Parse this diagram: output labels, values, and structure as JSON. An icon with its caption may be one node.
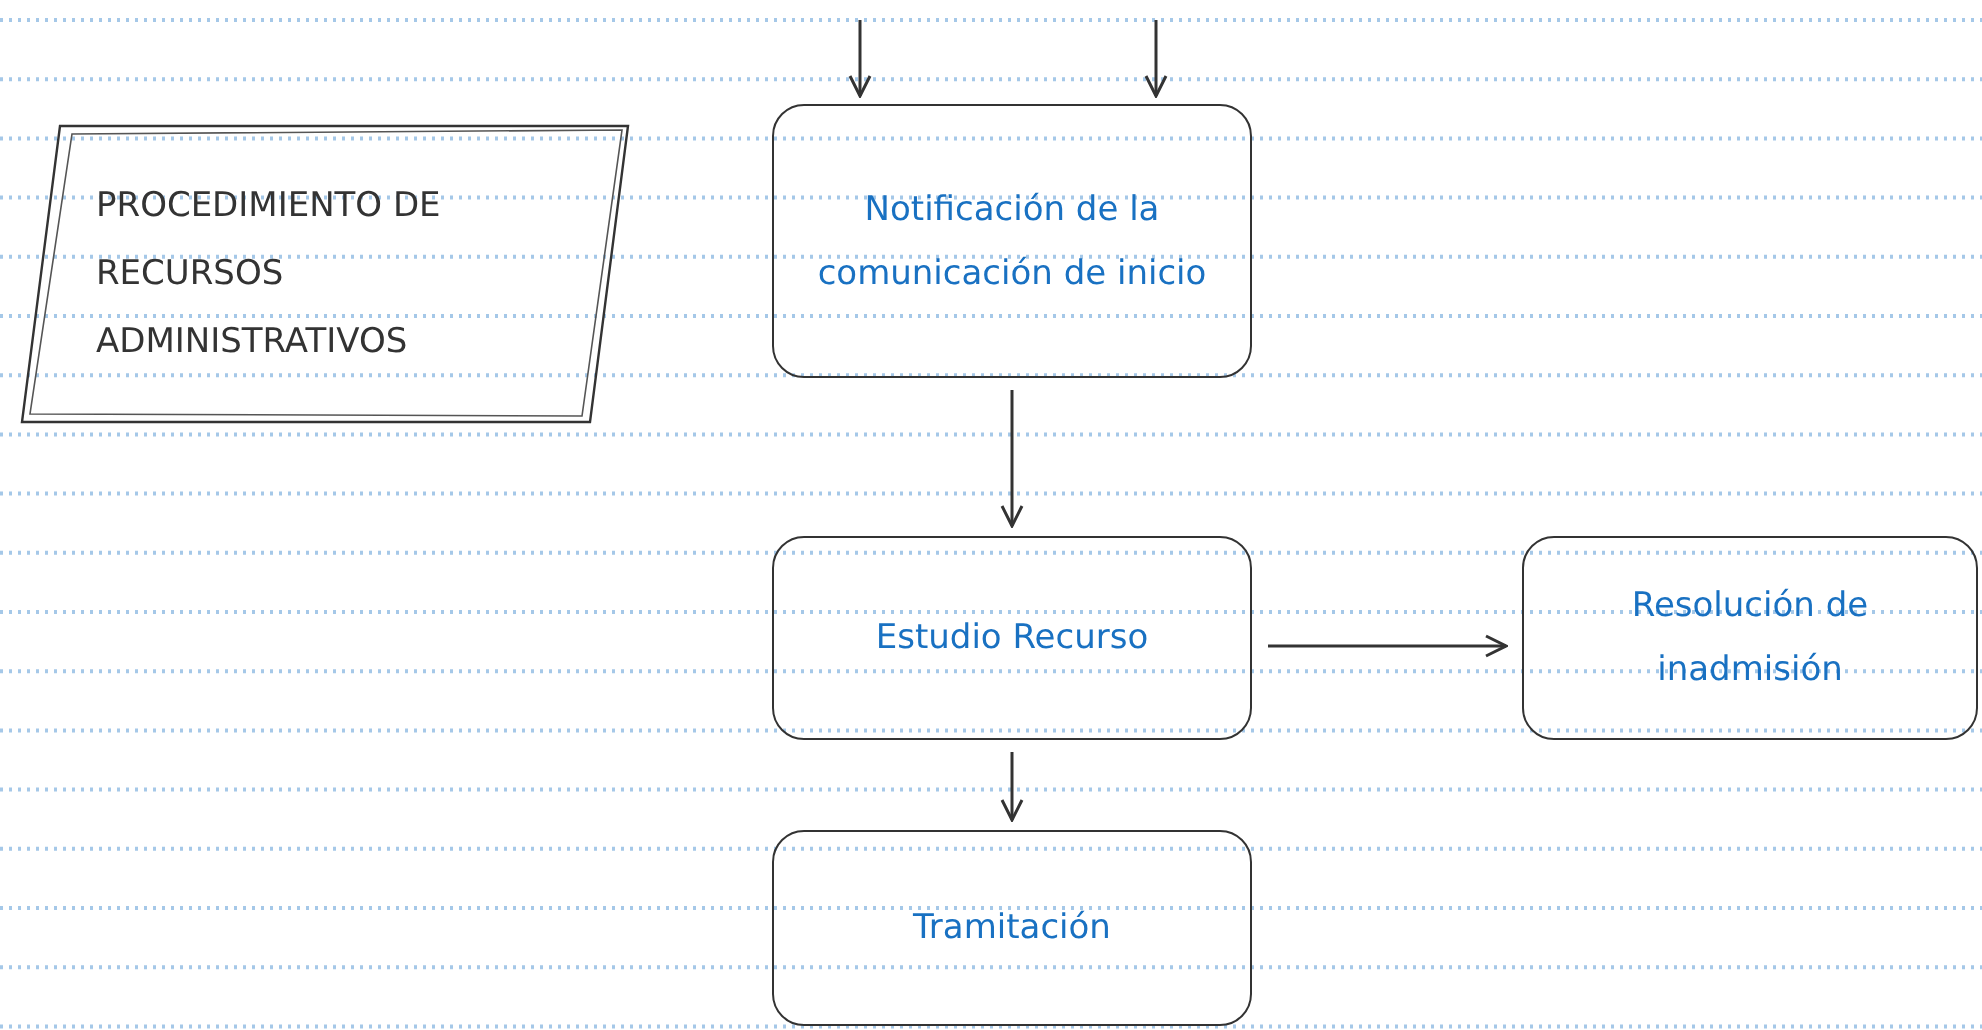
{
  "diagram": {
    "nodes": [
      {
        "text": [
          "PROCEDIMIENTO DE RECURSOS ADMINISTRATIVOS"
        ]
      },
      {
        "text": [
          "Notificación de la comunicación de inicio"
        ]
      },
      {
        "text": [
          "Estudio Recurso"
        ]
      },
      {
        "text": [
          "Resolución de inadmisión"
        ]
      },
      {
        "text": [
          "Tramitación"
        ]
      }
    ],
    "edges": [
      {
        "from": null,
        "to": 1,
        "arrow": "to"
      },
      {
        "from": null,
        "to": 1,
        "arrow": "to"
      },
      {
        "from": 1,
        "to": 2,
        "arrow": "to"
      },
      {
        "from": 2,
        "to": 3,
        "arrow": "to"
      },
      {
        "from": 2,
        "to": 4,
        "arrow": "to"
      }
    ]
  }
}
